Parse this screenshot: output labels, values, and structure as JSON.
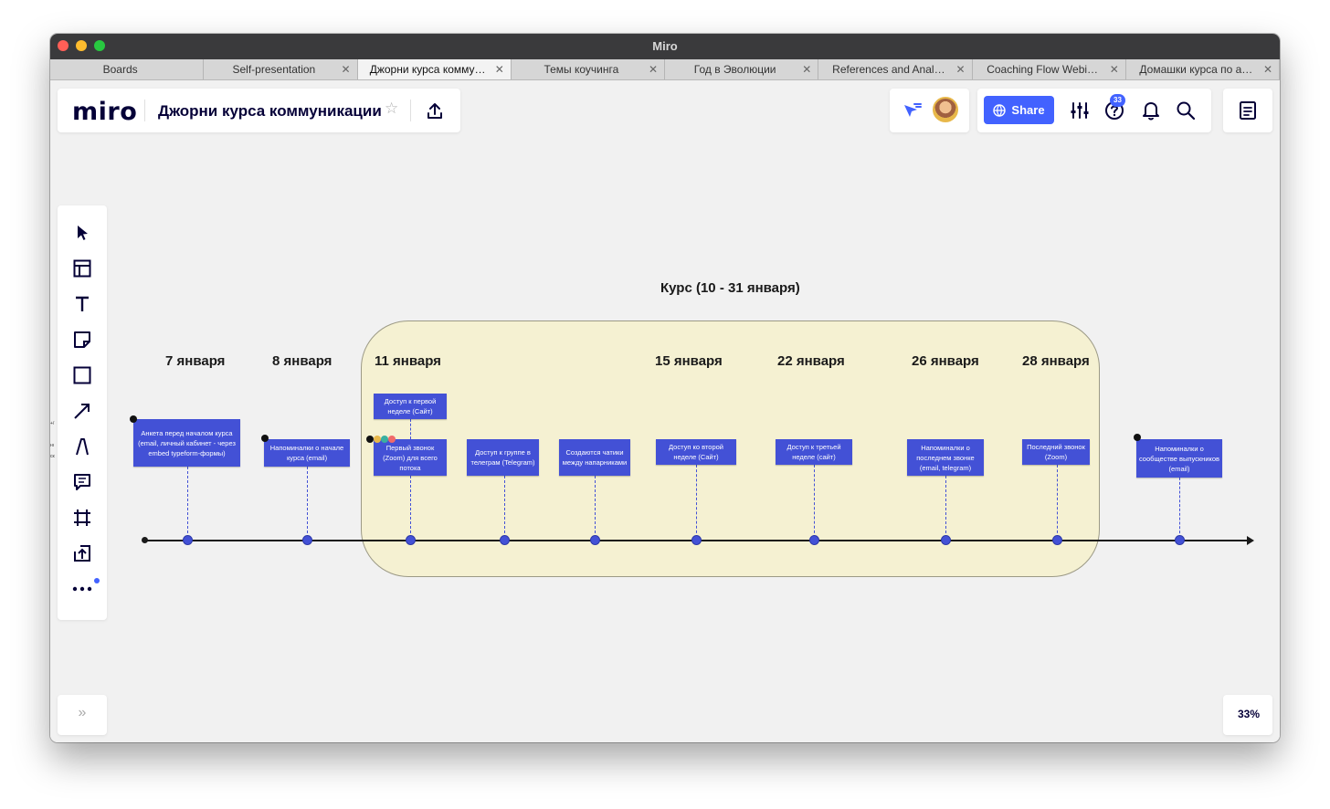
{
  "window": {
    "title": "Miro"
  },
  "tabs": [
    {
      "label": "Boards",
      "closable": false,
      "active": false
    },
    {
      "label": "Self-presentation",
      "closable": true,
      "active": false
    },
    {
      "label": "Джорни курса комму…",
      "closable": true,
      "active": true
    },
    {
      "label": "Темы коучинга",
      "closable": true,
      "active": false
    },
    {
      "label": "Год в Эволюции",
      "closable": true,
      "active": false
    },
    {
      "label": "References and Anal…",
      "closable": true,
      "active": false
    },
    {
      "label": "Coaching Flow Webi…",
      "closable": true,
      "active": false
    },
    {
      "label": "Домашки курса по а…",
      "closable": true,
      "active": false
    }
  ],
  "tab_close_glyph": "✕",
  "header": {
    "logo": "miro",
    "board_title": "Джорни курса коммуникации",
    "star_glyph": "☆"
  },
  "topbar": {
    "share_label": "Share",
    "help_badge": "33"
  },
  "toolbar": {
    "tools": [
      "select-tool",
      "templates-tool",
      "text-tool",
      "sticky-note-tool",
      "shape-tool",
      "connector-tool",
      "pen-tool",
      "comment-tool",
      "frame-tool",
      "upload-tool",
      "more-tools"
    ]
  },
  "footer": {
    "expand_glyph": "»",
    "zoom": "33%"
  },
  "board": {
    "course_title": "Курс (10 - 31 января)",
    "dates": [
      "7 января",
      "8 января",
      "11 января",
      "15 января",
      "22 января",
      "26 января",
      "28 января"
    ],
    "cards": [
      "Анкета перед началом курса (email, личный кабинет - через embed typeform-формы)",
      "Напоминалки о начале курса (email)",
      "Доступ к первой неделе (Сайт)",
      "Первый звонок (Zoom) для всего потока",
      "Доступ к группе в телеграм (Telegram)",
      "Создаются чатики между напарниками",
      "Доступ ко второй неделе (Сайт)",
      "Доступ к третьей неделе (сайт)",
      "Напоминалки о последнем звонке (email, telegram)",
      "Последний звонок (Zoom)",
      "Напоминалки о сообществе выпускников (email)"
    ],
    "colors": {
      "card": "#4351d6",
      "frame": "#f5f1d2",
      "accent": "#4262ff"
    }
  }
}
